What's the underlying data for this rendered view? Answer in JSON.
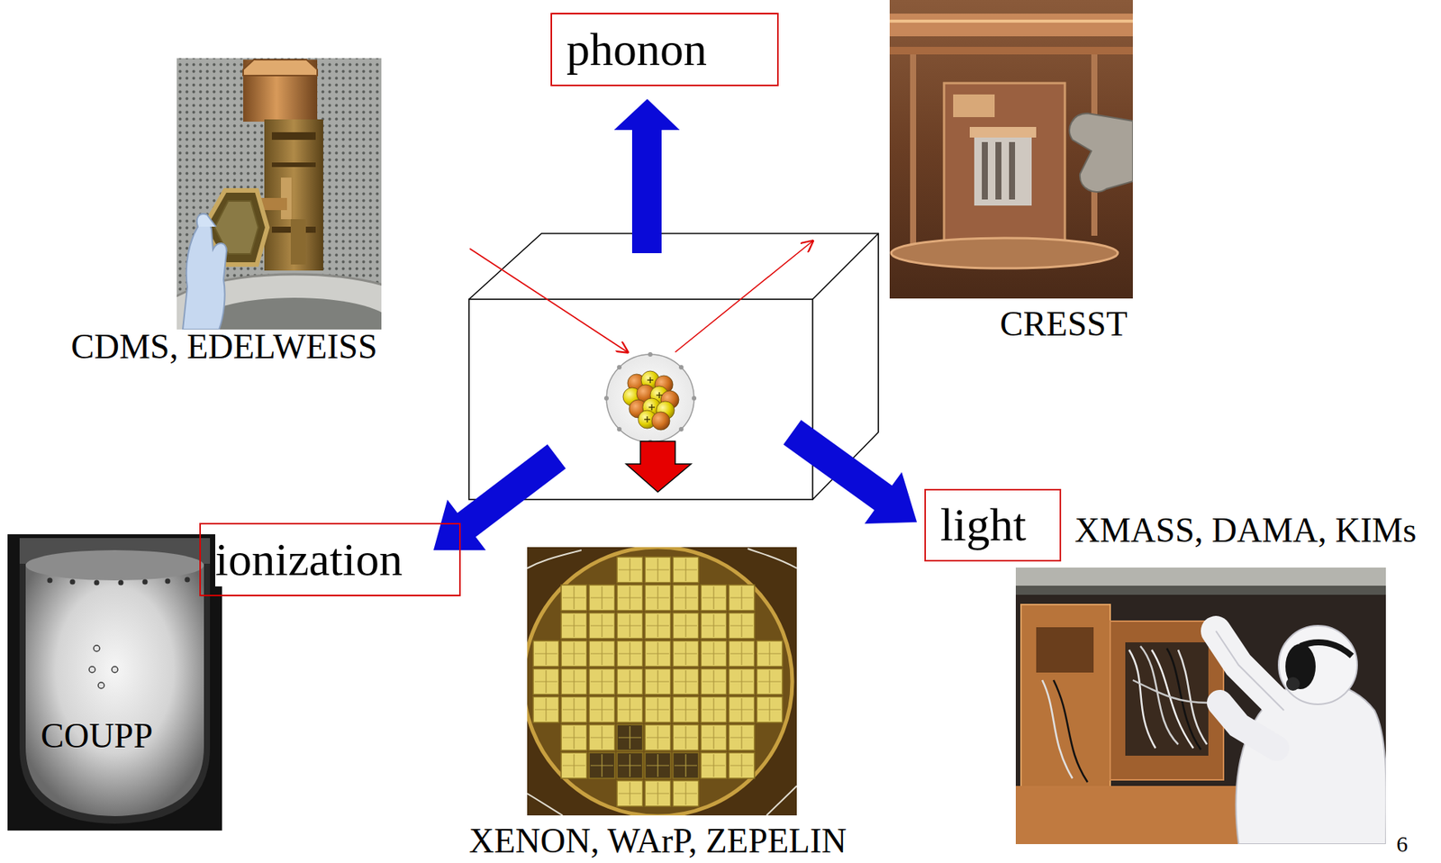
{
  "diagram": {
    "nodes": [
      {
        "text": [
          "phonon"
        ]
      },
      {
        "text": [
          "ionization"
        ]
      },
      {
        "text": [
          "light"
        ]
      }
    ],
    "labels": [
      "CDMS, EDELWEISS",
      "CRESST",
      "XMASS, DAMA, KIMs",
      "COUPP",
      "XENON, WArP, ZEPELIN",
      "6"
    ]
  }
}
